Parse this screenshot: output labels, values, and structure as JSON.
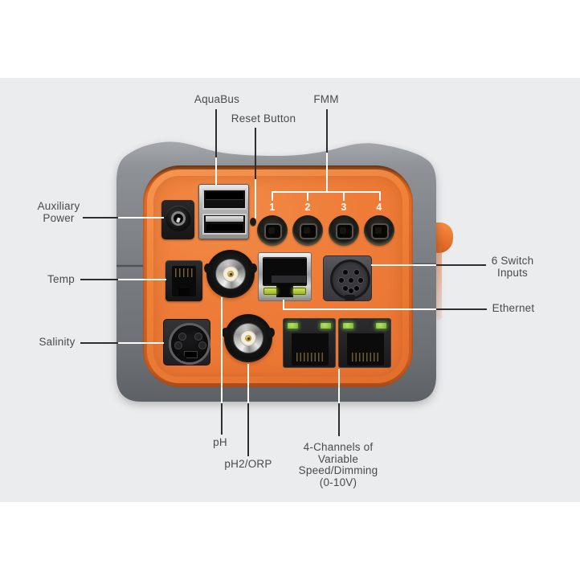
{
  "labels": {
    "aquabus": "AquaBus",
    "reset_button": "Reset Button",
    "fmm": "FMM",
    "auxiliary_power": "Auxiliary\nPower",
    "temp": "Temp",
    "salinity": "Salinity",
    "switch_inputs": "6 Switch\nInputs",
    "ethernet": "Ethernet",
    "ph": "pH",
    "ph2_orp": "pH2/ORP",
    "channels": "4-Channels of\nVariable\nSpeed/Dimming\n(0-10V)"
  },
  "fmm_numbers": [
    "1",
    "2",
    "3",
    "4"
  ],
  "colors": {
    "band": "#ebeced",
    "case_gray": "#7d8186",
    "case_gray_light": "#a4a7ab",
    "case_gray_dark": "#5d6165",
    "panel_orange": "#ee7c38",
    "panel_orange_deep": "#d96527",
    "panel_rim_dark": "#a84c1c",
    "label_text": "#4a4a4b",
    "callout_dark": "#2e2e2e",
    "callout_light": "#fdfdfd",
    "led_yellow_green": "#b5c93e",
    "led_green": "#86c441",
    "number_white": "#ffffff"
  }
}
